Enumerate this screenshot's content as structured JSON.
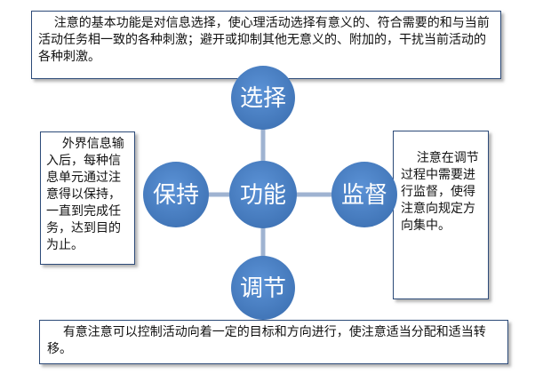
{
  "colors": {
    "node_fill": "#4a80c4",
    "node_fill_center": "#4f86c9",
    "connector": "#9fb3d1",
    "box_border": "#2c4a78",
    "text": "#111111"
  },
  "top_box": {
    "text": "    注意的基本功能是对信息选择，使心理活动选择有意义的、符合需要的和与当前活动任务相一致的各种刺激；避开或抑制其他无意义的、附加的，干扰当前活动的各种刺激。"
  },
  "left_box": {
    "text": "    外界信息输入后，每种信息单元通过注意得以保持，一直到完成任务，达到目的为止。"
  },
  "right_box": {
    "text": "    注意在调节过程中需要进行监督，使得注意向规定方向集中。"
  },
  "bottom_box": {
    "text": "    有意注意可以控制活动向着一定的目标和方向进行，使注意适当分配和适当转移。"
  },
  "nodes": {
    "center": "功能",
    "top": "选择",
    "left": "保持",
    "right": "监督",
    "bottom": "调节"
  }
}
